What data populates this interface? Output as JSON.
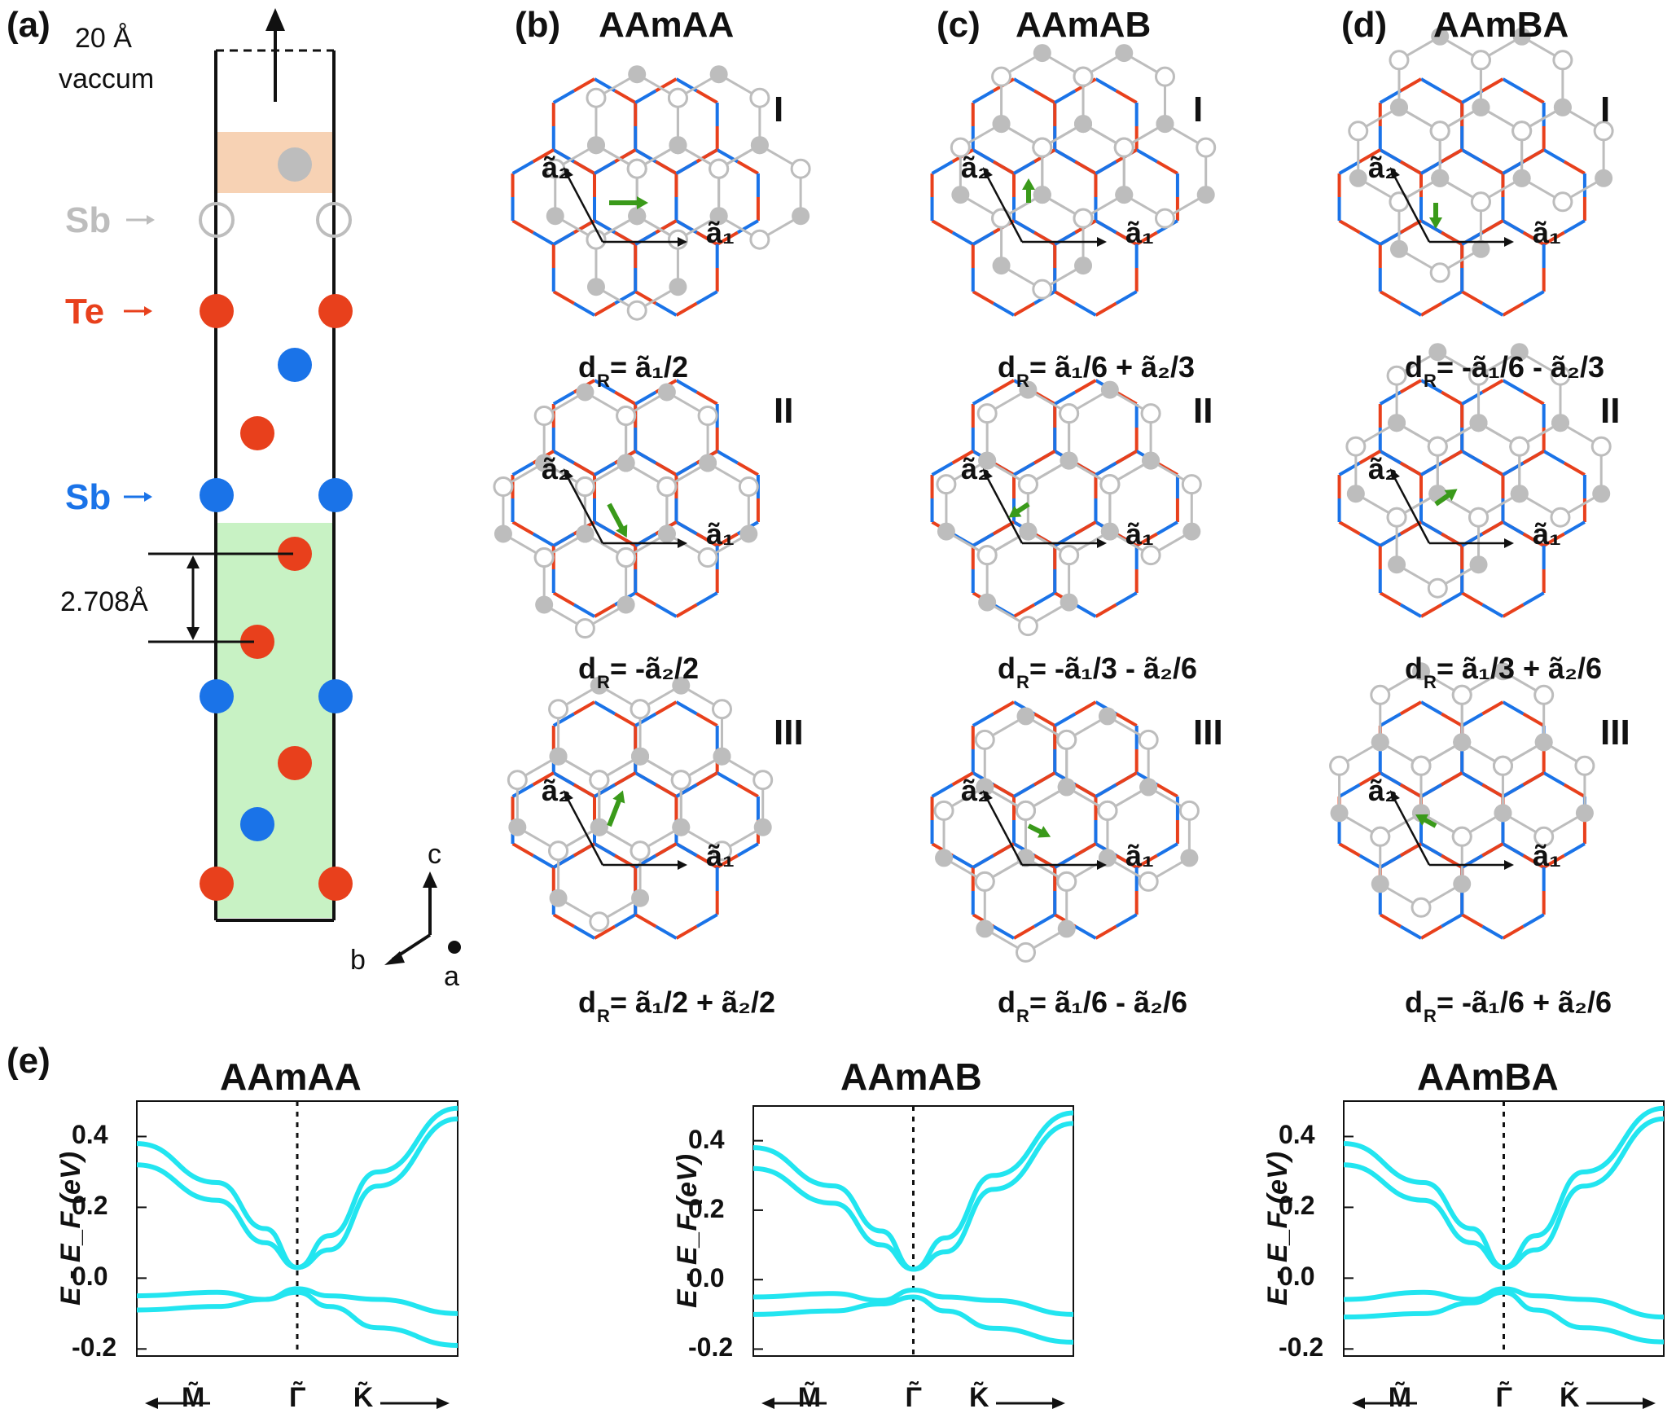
{
  "panel_a": {
    "letter": "(a)",
    "vacuum_line1": "20 Å",
    "vacuum_line2": "vaccum",
    "labels": {
      "sb_gray": "Sb",
      "te": "Te",
      "sb_blue": "Sb"
    },
    "distance": "2.708Å",
    "axes": {
      "c": "c",
      "b": "b",
      "a": "a"
    }
  },
  "columns": [
    {
      "letter": "(b)",
      "title": "AAmAA",
      "rows": [
        {
          "roman": "I",
          "dr": "d",
          "dr_sub": "R",
          "dr_eq": " = ã₁/2"
        },
        {
          "roman": "II",
          "dr": "d",
          "dr_sub": "R",
          "dr_eq": " = -ã₂/2"
        },
        {
          "roman": "III",
          "dr": "d",
          "dr_sub": "R",
          "dr_eq": " = ã₁/2 + ã₂/2"
        }
      ]
    },
    {
      "letter": "(c)",
      "title": "AAmAB",
      "rows": [
        {
          "roman": "I",
          "dr": "d",
          "dr_sub": "R",
          "dr_eq": " = ã₁/6 + ã₂/3"
        },
        {
          "roman": "II",
          "dr": "d",
          "dr_sub": "R",
          "dr_eq": " = -ã₁/3 - ã₂/6"
        },
        {
          "roman": "III",
          "dr": "d",
          "dr_sub": "R",
          "dr_eq": " = ã₁/6 - ã₂/6"
        }
      ]
    },
    {
      "letter": "(d)",
      "title": "AAmBA",
      "rows": [
        {
          "roman": "I",
          "dr": "d",
          "dr_sub": "R",
          "dr_eq": " = -ã₁/6 - ã₂/3"
        },
        {
          "roman": "II",
          "dr": "d",
          "dr_sub": "R",
          "dr_eq": " = ã₁/3 + ã₂/6"
        },
        {
          "roman": "III",
          "dr": "d",
          "dr_sub": "R",
          "dr_eq": " = -ã₁/6 + ã₂/6"
        }
      ]
    }
  ],
  "vector_labels": {
    "a1": "ã₁",
    "a2": "ã₂"
  },
  "panel_e": {
    "letter": "(e)",
    "ylabel": "E - E_F (eV)",
    "yticks": [
      "0.4",
      "0.2",
      "0.0",
      "-0.2"
    ],
    "kpoints": {
      "M": "M̃",
      "G": "Γ̃",
      "K": "K̃"
    },
    "titles": [
      "AAmAA",
      "AAmAB",
      "AAmBA"
    ]
  },
  "colors": {
    "te": "#e8401c",
    "sb": "#1a73e8",
    "gray": "#bdbdbd",
    "band": "#22e5f0",
    "arrow": "#3a9a1a",
    "orange_box": "#f7d2b4",
    "green_box": "#c8f2c4"
  },
  "chart_data": {
    "type": "line",
    "xlabel": "",
    "ylabel": "E - E_F (eV)",
    "ylim": [
      -0.22,
      0.5
    ],
    "ticks": [
      "M̃",
      "Γ̃",
      "K̃"
    ],
    "charts": [
      {
        "title": "AAmAA",
        "series": [
          {
            "x": [
              -1,
              -0.5,
              -0.2,
              0,
              0.2,
              0.5,
              1
            ],
            "values": [
              0.38,
              0.27,
              0.14,
              0.03,
              0.12,
              0.3,
              0.48
            ]
          },
          {
            "x": [
              -1,
              -0.5,
              -0.2,
              0,
              0.2,
              0.5,
              1
            ],
            "values": [
              0.32,
              0.22,
              0.1,
              0.03,
              0.08,
              0.26,
              0.45
            ]
          },
          {
            "x": [
              -1,
              -0.5,
              -0.2,
              0,
              0.2,
              0.5,
              1
            ],
            "values": [
              -0.05,
              -0.04,
              -0.06,
              -0.03,
              -0.05,
              -0.06,
              -0.1
            ]
          },
          {
            "x": [
              -1,
              -0.5,
              -0.2,
              0,
              0.2,
              0.5,
              1
            ],
            "values": [
              -0.09,
              -0.08,
              -0.06,
              -0.04,
              -0.08,
              -0.14,
              -0.19
            ]
          }
        ]
      },
      {
        "title": "AAmAB",
        "series": [
          {
            "x": [
              -1,
              -0.5,
              -0.2,
              0,
              0.2,
              0.5,
              1
            ],
            "values": [
              0.38,
              0.27,
              0.14,
              0.03,
              0.12,
              0.3,
              0.48
            ]
          },
          {
            "x": [
              -1,
              -0.5,
              -0.2,
              0,
              0.2,
              0.5,
              1
            ],
            "values": [
              0.32,
              0.22,
              0.1,
              0.03,
              0.08,
              0.26,
              0.45
            ]
          },
          {
            "x": [
              -1,
              -0.5,
              -0.2,
              0,
              0.2,
              0.5,
              1
            ],
            "values": [
              -0.05,
              -0.04,
              -0.06,
              -0.03,
              -0.05,
              -0.06,
              -0.1
            ]
          },
          {
            "x": [
              -1,
              -0.5,
              -0.2,
              0,
              0.2,
              0.5,
              1
            ],
            "values": [
              -0.1,
              -0.09,
              -0.07,
              -0.05,
              -0.09,
              -0.14,
              -0.18
            ]
          }
        ]
      },
      {
        "title": "AAmBA",
        "series": [
          {
            "x": [
              -1,
              -0.5,
              -0.2,
              0,
              0.2,
              0.5,
              1
            ],
            "values": [
              0.38,
              0.27,
              0.14,
              0.03,
              0.12,
              0.3,
              0.48
            ]
          },
          {
            "x": [
              -1,
              -0.5,
              -0.2,
              0,
              0.2,
              0.5,
              1
            ],
            "values": [
              0.32,
              0.22,
              0.1,
              0.03,
              0.08,
              0.26,
              0.45
            ]
          },
          {
            "x": [
              -1,
              -0.5,
              -0.2,
              0,
              0.2,
              0.5,
              1
            ],
            "values": [
              -0.06,
              -0.04,
              -0.06,
              -0.03,
              -0.05,
              -0.06,
              -0.11
            ]
          },
          {
            "x": [
              -1,
              -0.5,
              -0.2,
              0,
              0.2,
              0.5,
              1
            ],
            "values": [
              -0.11,
              -0.1,
              -0.07,
              -0.04,
              -0.09,
              -0.14,
              -0.18
            ]
          }
        ]
      }
    ]
  }
}
